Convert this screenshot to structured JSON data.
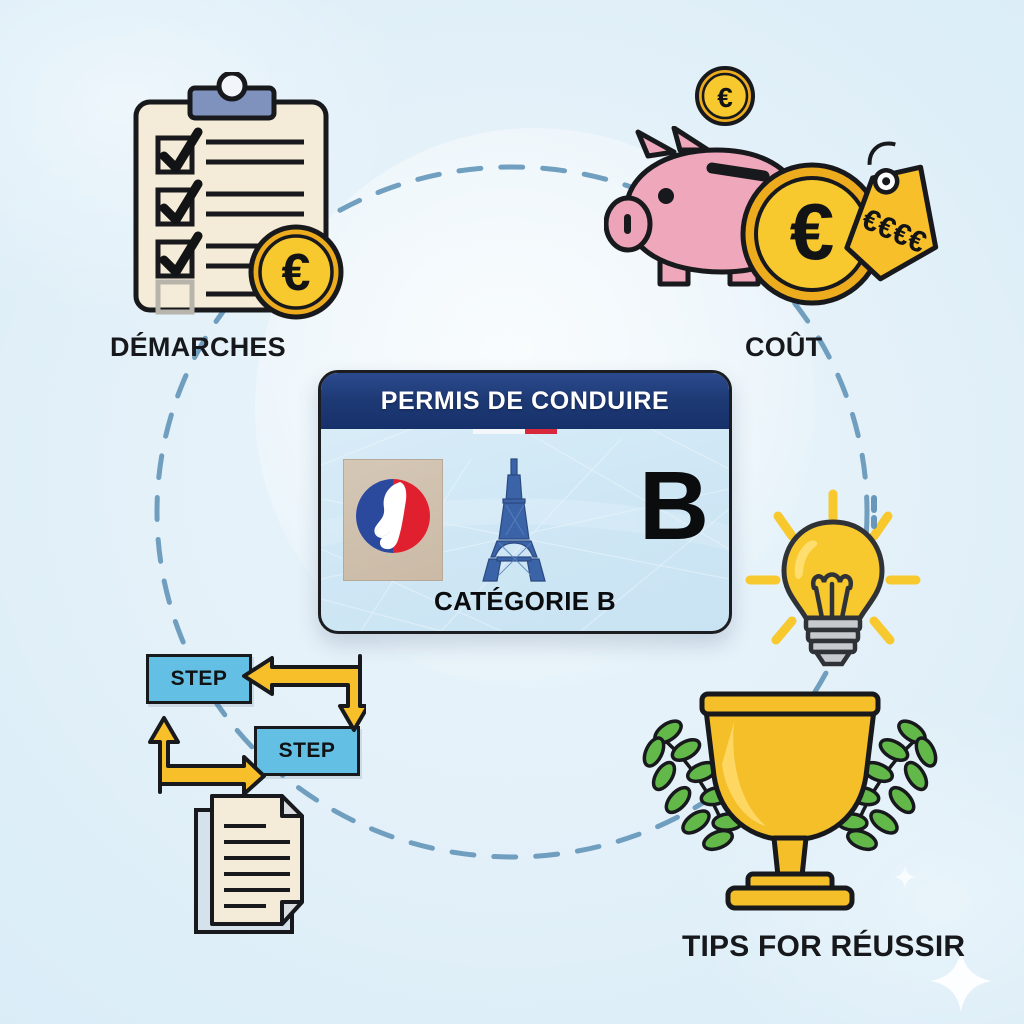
{
  "background": {
    "base_color": "#e2f0f8",
    "accent_dashed_color": "#5a8fb5",
    "sparkle_color": "#ffffff"
  },
  "sections": [
    {
      "id": "demarches",
      "label": "DÉMARCHES",
      "icons": [
        "clipboard-checklist-icon",
        "euro-coin-icon"
      ]
    },
    {
      "id": "cout",
      "label": "COÛT",
      "icons": [
        "piggy-bank-icon",
        "euro-coin-icon",
        "small-euro-coin-icon",
        "price-tag-icon"
      ],
      "price_tag_text": "€€€€"
    },
    {
      "id": "etapes",
      "label": "",
      "icons": [
        "step-flow-icon",
        "document-stack-icon"
      ],
      "steps": [
        "STEP",
        "STEP"
      ]
    },
    {
      "id": "tips",
      "label": "TIPS FOR RÉUSSIR",
      "icons": [
        "lightbulb-icon",
        "trophy-laurel-icon"
      ]
    }
  ],
  "license_card": {
    "header_title": "PERMIS DE CONDUIRE",
    "category_label": "CATÉGORIE B",
    "category_letter": "B",
    "emblem": "marianne-french-republic-logo",
    "landmark": "eiffel-tower-icon",
    "header_color": "#1e3a75",
    "body_color": "#cfe7f5",
    "flag_colors": [
      "#f4f7fa",
      "#d7283c"
    ]
  },
  "currency_symbol": "€",
  "colors": {
    "gold": "#f5c026",
    "gold_dark": "#e0a81a",
    "piggy_pink": "#efa8bb",
    "step_blue": "#63c0e4",
    "laurel_green": "#62b94a",
    "outline": "#17191c",
    "paper_cream": "#f4ecd8",
    "clip_slate": "#7f92bd"
  }
}
